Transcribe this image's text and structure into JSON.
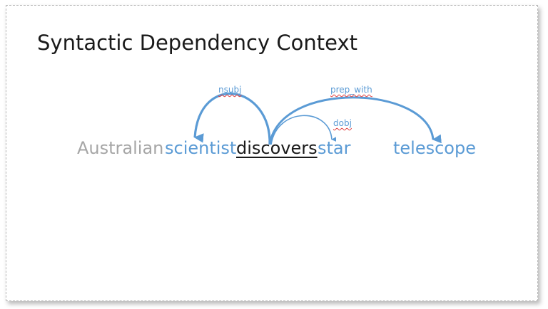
{
  "slide": {
    "title": "Syntactic Dependency Context"
  },
  "sentence": {
    "words": [
      {
        "id": "w-australian",
        "text": "Australian",
        "role": "context-out"
      },
      {
        "id": "w-scientist",
        "text": "scientist",
        "role": "context"
      },
      {
        "id": "w-discovers",
        "text": "discovers",
        "role": "head"
      },
      {
        "id": "w-star",
        "text": "star",
        "role": "context"
      },
      {
        "id": "w-telescope",
        "text": "telescope",
        "role": "context"
      }
    ]
  },
  "dependencies": [
    {
      "label": "nsubj",
      "from": "discovers",
      "to": "scientist"
    },
    {
      "label": "dobj",
      "from": "discovers",
      "to": "star"
    },
    {
      "label": "prep_with",
      "from": "discovers",
      "to": "telescope"
    }
  ],
  "colors": {
    "arc": "#5b9bd5",
    "context_word": "#5b9bd5",
    "excluded_word": "#a6a6a6",
    "head_word": "#1a1a1a",
    "spellcheck_underline": "#e03c3c"
  }
}
